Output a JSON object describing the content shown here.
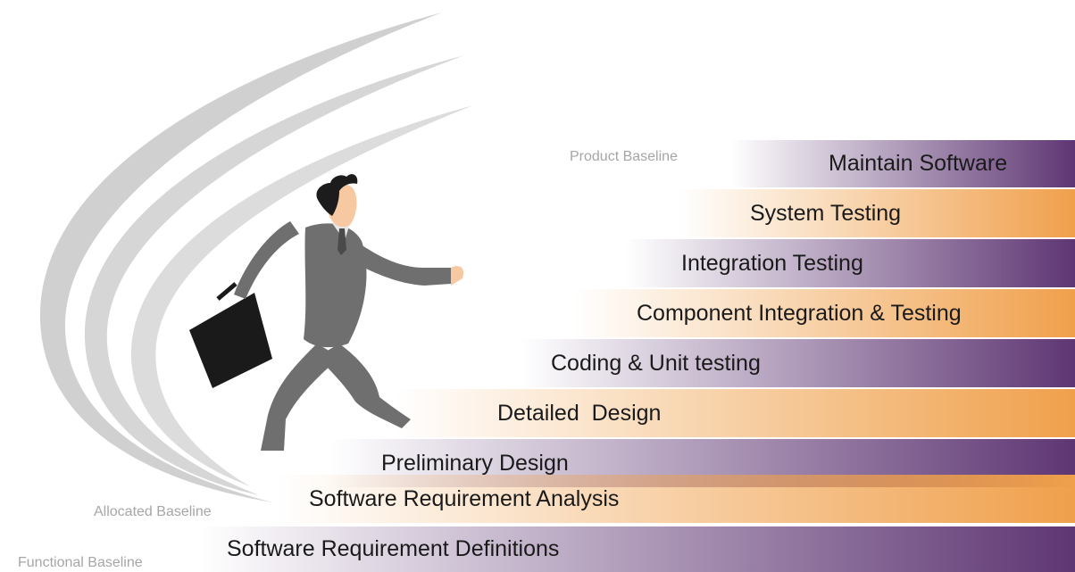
{
  "steps": [
    {
      "label": "Maintain Software",
      "color": "purple"
    },
    {
      "label": "System Testing",
      "color": "orange"
    },
    {
      "label": "Integration Testing",
      "color": "purple"
    },
    {
      "label": "Component Integration & Testing",
      "color": "orange"
    },
    {
      "label": "Coding & Unit testing",
      "color": "purple"
    },
    {
      "label": "Detailed  Design",
      "color": "orange"
    },
    {
      "label": "Preliminary Design",
      "color": "purple"
    },
    {
      "label": "Software Requirement Analysis",
      "color": "orange"
    },
    {
      "label": "Software Requirement Definitions",
      "color": "purple"
    }
  ],
  "baselines": {
    "product": "Product Baseline",
    "allocated": "Allocated Baseline",
    "functional": "Functional Baseline"
  },
  "colors": {
    "purple": "#5e3673",
    "orange": "#f0a04b",
    "swoosh": "#d0d0d0",
    "baseline_text": "#a6a6a6",
    "suit": "#6f6f6f",
    "skin": "#f7c9a3",
    "hair": "#1c1c1c",
    "briefcase": "#1a1a1a"
  }
}
